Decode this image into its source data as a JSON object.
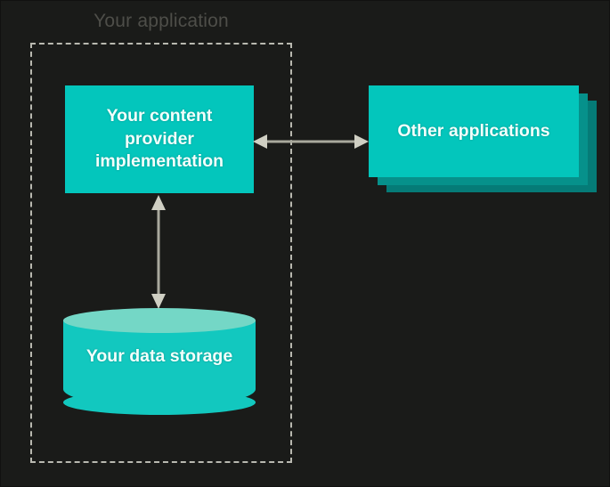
{
  "diagram": {
    "title": "Your application",
    "background_color": "#1a1b19",
    "accent_color": "#03c6bc",
    "accent_dark_color": "#06918b",
    "accent_light_color": "#74d7c6",
    "arrow_color": "#a9a99d",
    "boundary_label_color": "#4e4e49",
    "node_text_color": "#f2fffb"
  },
  "nodes": {
    "provider": {
      "label": "Your content provider implementation",
      "shape": "rectangle",
      "inside_boundary": true
    },
    "other_applications": {
      "label": "Other applications",
      "shape": "stacked-rectangles",
      "stack_count": 3,
      "inside_boundary": false
    },
    "storage": {
      "label": "Your data storage",
      "shape": "cylinder",
      "inside_boundary": true
    }
  },
  "connections": [
    {
      "id": "provider-to-other-apps",
      "from": "provider",
      "to": "other_applications",
      "direction": "bidirectional",
      "orientation": "horizontal"
    },
    {
      "id": "provider-to-storage",
      "from": "provider",
      "to": "storage",
      "direction": "bidirectional",
      "orientation": "vertical"
    }
  ]
}
